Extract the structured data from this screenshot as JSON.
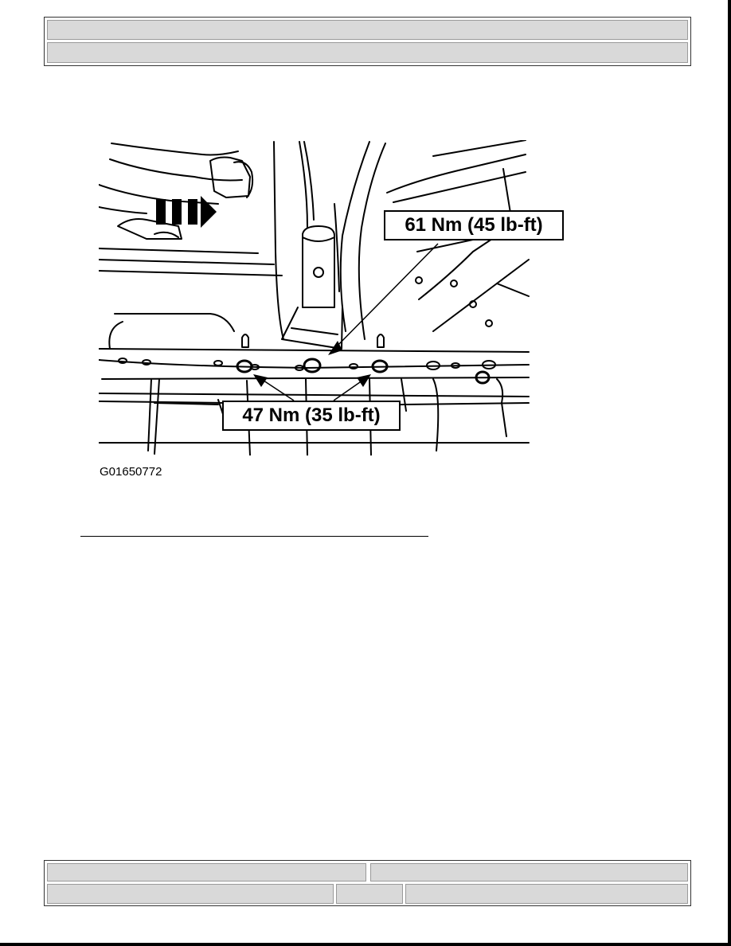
{
  "figure": {
    "callout_top": "61 Nm (45 lb-ft)",
    "callout_bottom": "47 Nm (35 lb-ft)",
    "figure_id": "G01650772"
  }
}
